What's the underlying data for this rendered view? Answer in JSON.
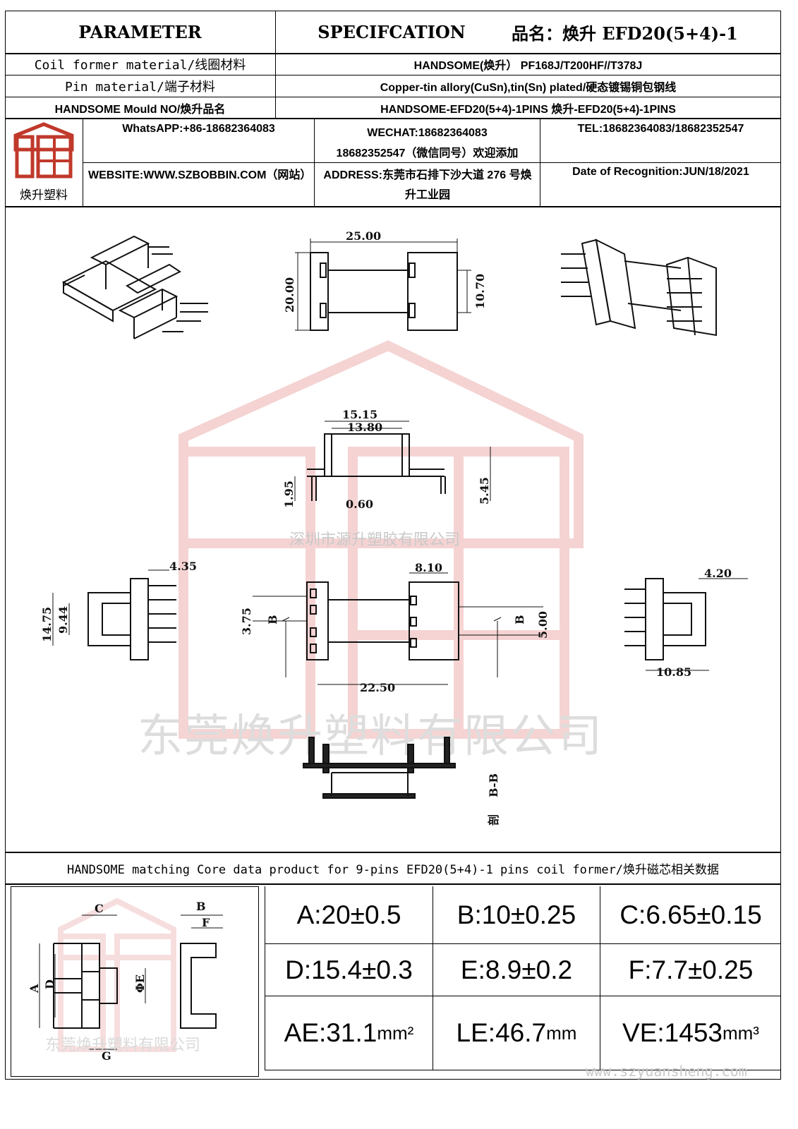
{
  "header": {
    "parameter": "PARAMETER",
    "specification": "SPECIFCATION",
    "product_name": "品名：焕升 EFD20(5+4)-1"
  },
  "rows": [
    {
      "label": "Coil former material/线圈材料",
      "value": "HANDSOME(焕升） PF168J/T200HF//T378J"
    },
    {
      "label": "Pin material/端子材料",
      "value": "Copper-tin allory(CuSn),tin(Sn) plated/硬态镀锡铜包钢线"
    },
    {
      "label": "HANDSOME Mould NO/焕升品名",
      "value": "HANDSOME-EFD20(5+4)-1PINS 焕升-EFD20(5+4)-1PINS"
    }
  ],
  "company": {
    "logo_text": "焕升塑料",
    "whatsapp": "WhatsAPP:+86-18682364083",
    "wechat_line1": "WECHAT:18682364083",
    "wechat_line2": "18682352547（微信同号）欢迎添加",
    "tel": "TEL:18682364083/18682352547",
    "website": "WEBSITE:WWW.SZBOBBIN.COM（网站）",
    "address": "ADDRESS:东莞市石排下沙大道 276 号焕升工业园",
    "date": "Date of Recognition:JUN/18/2021"
  },
  "drawing": {
    "dims": {
      "top_width": "25.00",
      "height": "20.00",
      "inner_height": "10.70",
      "width_15": "15.15",
      "width_13": "13.80",
      "pin_len": "1.95",
      "pin_dia": "0.60",
      "pin_h": "5.45",
      "side_435": "4.35",
      "side_1475": "14.75",
      "side_944": "9.44",
      "dim_375": "3.75",
      "dim_810": "8.10",
      "dim_500": "5.00",
      "dim_2250": "22.50",
      "dim_420": "4.20",
      "dim_1085": "10.85",
      "section_label": "B",
      "section_title": "B-B",
      "section_sub": "剖"
    },
    "watermark_small": "深圳市源升塑胶有限公司",
    "watermark_large": "东莞焕升塑料有限公司"
  },
  "core_section": {
    "title": "HANDSOME matching Core data  product for 9-pins EFD20(5+4)-1 pins coil former/焕升磁芯相关数据",
    "diagram_labels": {
      "A": "A",
      "B": "B",
      "C": "C",
      "D": "D",
      "E": "ΦE",
      "F": "F",
      "G": "G"
    },
    "diagram_watermark": "东莞焕升塑料有限公司",
    "values": [
      [
        "A:20±0.5",
        "B:10±0.25",
        "C:6.65±0.15"
      ],
      [
        "D:15.4±0.3",
        "E:8.9±0.2",
        "F:7.7±0.25"
      ]
    ],
    "ae_value": "AE:31.1",
    "ae_unit": "mm²",
    "le_value": "LE:46.7",
    "le_unit": "mm",
    "ve_value": "VE:1453",
    "ve_unit": "mm³"
  },
  "footer": {
    "url": "www.szyuansheng.com"
  },
  "colors": {
    "line": "#000000",
    "watermark": "#e8a3a3",
    "logo": "#c0392b"
  }
}
